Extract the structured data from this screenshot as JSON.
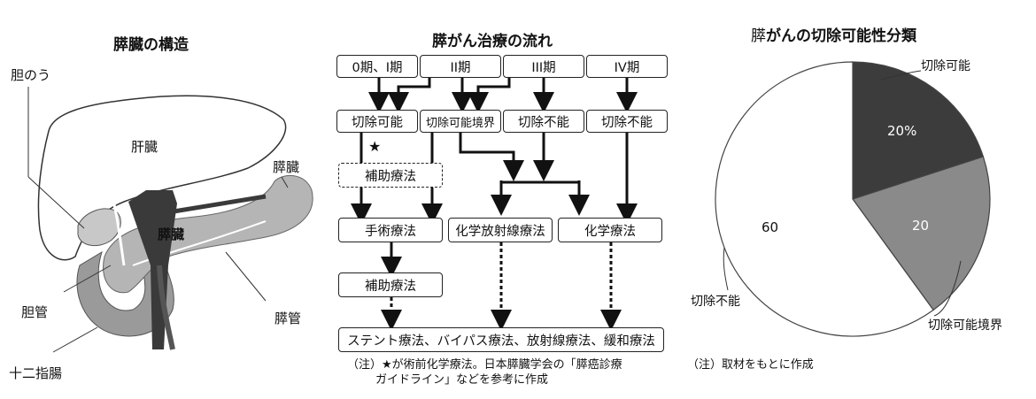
{
  "anatomy": {
    "title": "膵臓の構造",
    "labels": {
      "gallbladder": "胆のう",
      "liver": "肝臓",
      "pancreas_side": "膵臓",
      "pancreas_center": "膵臓",
      "bile_duct": "胆管",
      "pancreatic_duct": "膵管",
      "duodenum": "十二指腸"
    }
  },
  "flow": {
    "title": "膵がん治療の流れ",
    "stages": [
      "0期、I期",
      "II期",
      "III期",
      "IV期"
    ],
    "classes": [
      "切除可能",
      "切除可能境界",
      "切除不能",
      "切除不能"
    ],
    "star": "★",
    "adjuvant": "補助療法",
    "surgery": "手術療法",
    "chemoradiation": "化学放射線療法",
    "chemotherapy": "化学療法",
    "adjuvant2": "補助療法",
    "palliative": "ステント療法、バイパス療法、放射線療法、緩和療法",
    "note_line1": "（注）★が術前化学療法。日本膵臓学会の「膵癌診療",
    "note_line2": "ガイドライン」などを参考に作成"
  },
  "pie": {
    "title_prefix": "膵",
    "title_rest": "がんの切除可能性分類",
    "note": "（注）取材をもとに作成",
    "colors": {
      "resectable": "#3c3c3c",
      "borderline": "#8a8a8a",
      "unresectable": "#ffffff"
    }
  },
  "chart_data": {
    "type": "pie",
    "categories": [
      "切除可能",
      "切除可能境界",
      "切除不能"
    ],
    "values": [
      20,
      20,
      60
    ],
    "value_labels": [
      "20%",
      "20",
      "60"
    ]
  }
}
